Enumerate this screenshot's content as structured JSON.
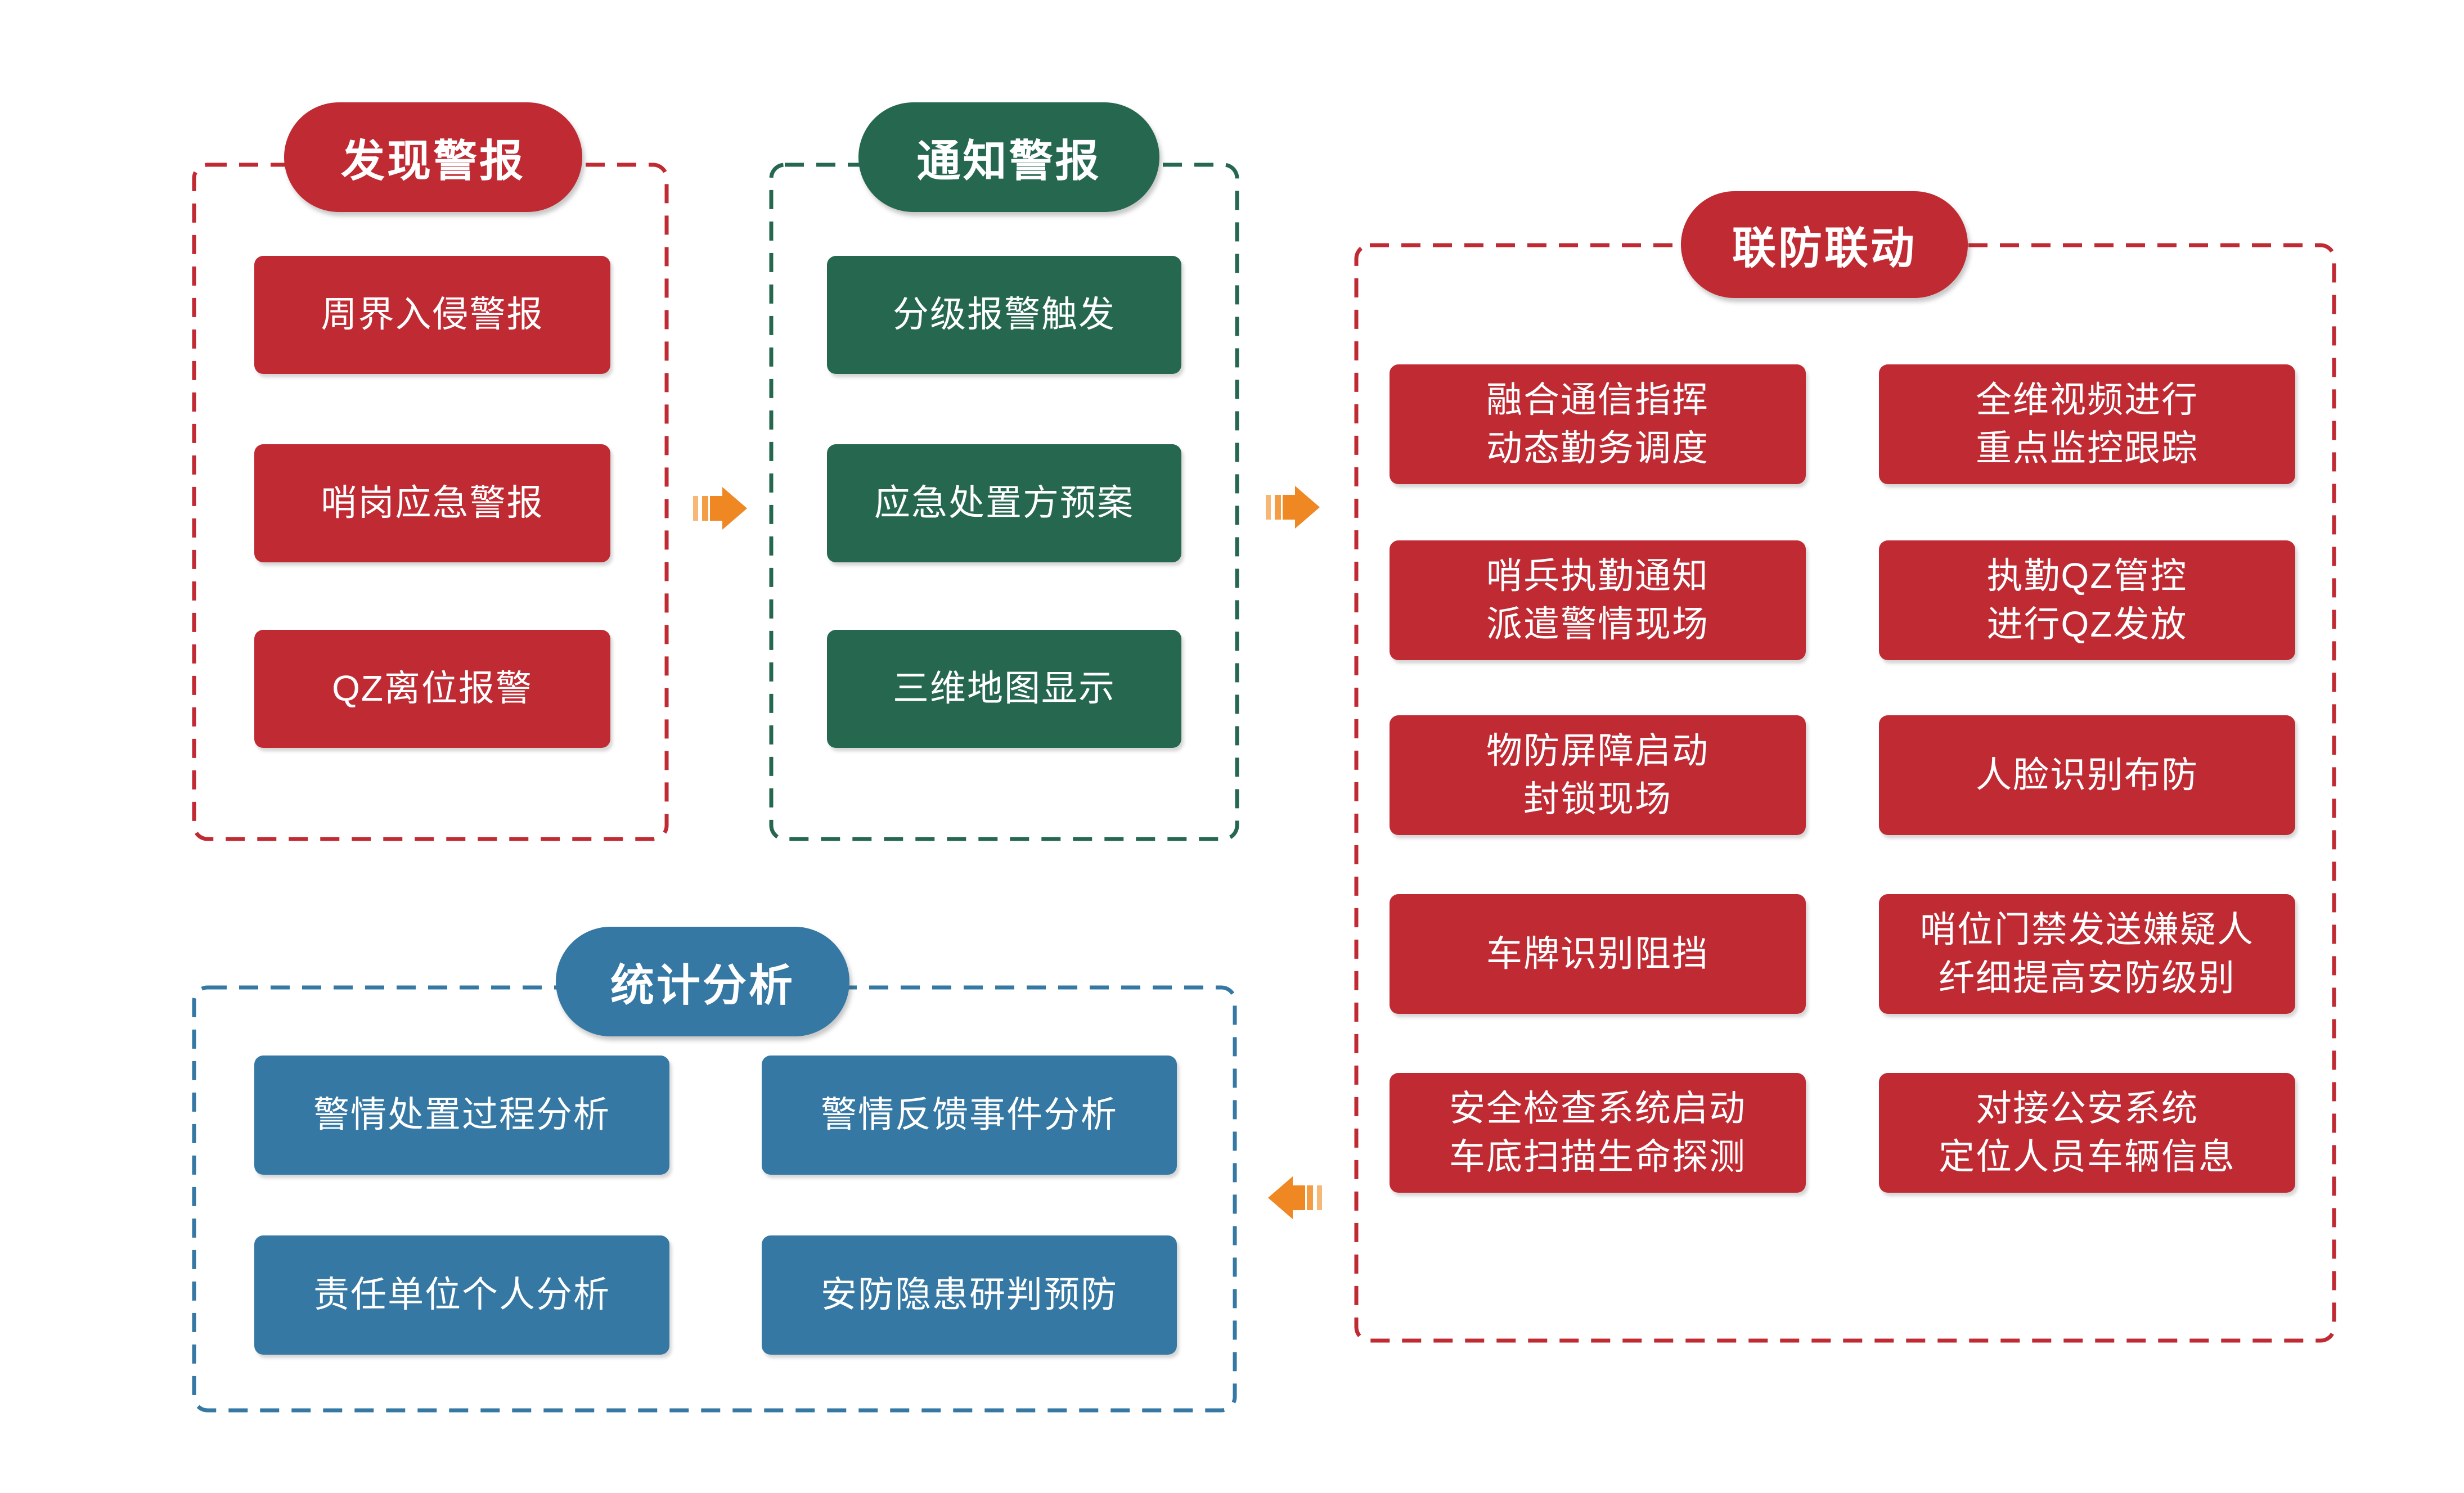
{
  "colors": {
    "red": "#C02A33",
    "green": "#26684F",
    "blue": "#3578A3",
    "orange": "#EF8722",
    "orange_mid": "#F49C44",
    "orange_light": "#F7B877",
    "text": "#FFFFFF",
    "background": "#FFFFFF"
  },
  "panels": {
    "discover": {
      "title": "发现警报",
      "items": [
        "周界入侵警报",
        "哨岗应急警报",
        "QZ离位报警"
      ]
    },
    "notify": {
      "title": "通知警报",
      "items": [
        "分级报警触发",
        "应急处置方预案",
        "三维地图显示"
      ]
    },
    "linkage": {
      "title": "联防联动",
      "items_left": [
        "融合通信指挥\n动态勤务调度",
        "哨兵执勤通知\n派遣警情现场",
        "物防屏障启动\n封锁现场",
        "车牌识别阻挡",
        "安全检查系统启动\n车底扫描生命探测"
      ],
      "items_right": [
        "全维视频进行\n重点监控跟踪",
        "执勤QZ管控\n进行QZ发放",
        "人脸识别布防",
        "哨位门禁发送嫌疑人\n纤细提高安防级别",
        "对接公安系统\n定位人员车辆信息"
      ]
    },
    "stats": {
      "title": "统计分析",
      "items": [
        "警情处置过程分析",
        "警情反馈事件分析",
        "责任单位个人分析",
        "安防隐患研判预防"
      ]
    }
  },
  "arrows": [
    {
      "name": "discover-to-notify",
      "direction": "right"
    },
    {
      "name": "notify-to-linkage",
      "direction": "right"
    },
    {
      "name": "linkage-to-stats",
      "direction": "left"
    }
  ]
}
